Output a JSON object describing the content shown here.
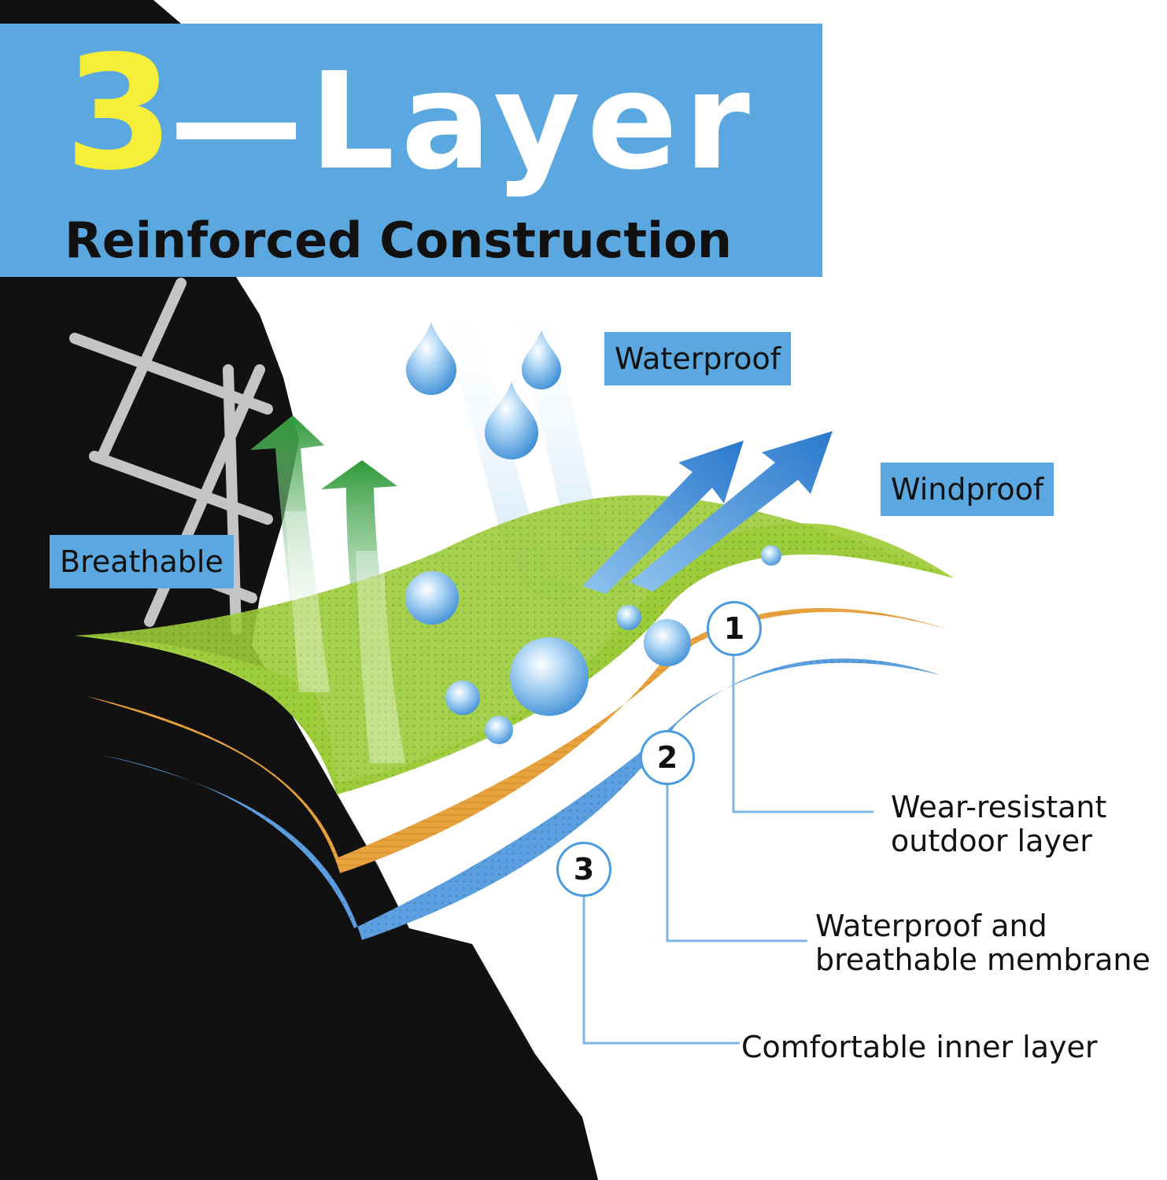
{
  "header": {
    "number": "3",
    "word": "—Layer",
    "subtitle": "Reinforced Construction"
  },
  "tags": {
    "waterproof": "Waterproof",
    "windproof": "Windproof",
    "breathable": "Breathable"
  },
  "layers": [
    {
      "number": "1",
      "line1": "Wear-resistant",
      "line2": "outdoor layer",
      "color": "#9ccc3a"
    },
    {
      "number": "2",
      "line1": "Waterproof and",
      "line2": "breathable membrane",
      "color": "#e8a23e"
    },
    {
      "number": "3",
      "line1": "Comfortable inner layer",
      "line2": "",
      "color": "#5b9fe0"
    }
  ],
  "colors": {
    "banner": "#5aa8df",
    "accent_number": "#f7ee3a",
    "sock": "#111111",
    "breathable_arrow": "#3e9e3e",
    "windproof_arrow": "#2d7fd1"
  },
  "icons": [
    "sock-illustration",
    "water-droplet-icon",
    "breathable-arrow-icon",
    "windproof-arrow-icon"
  ]
}
